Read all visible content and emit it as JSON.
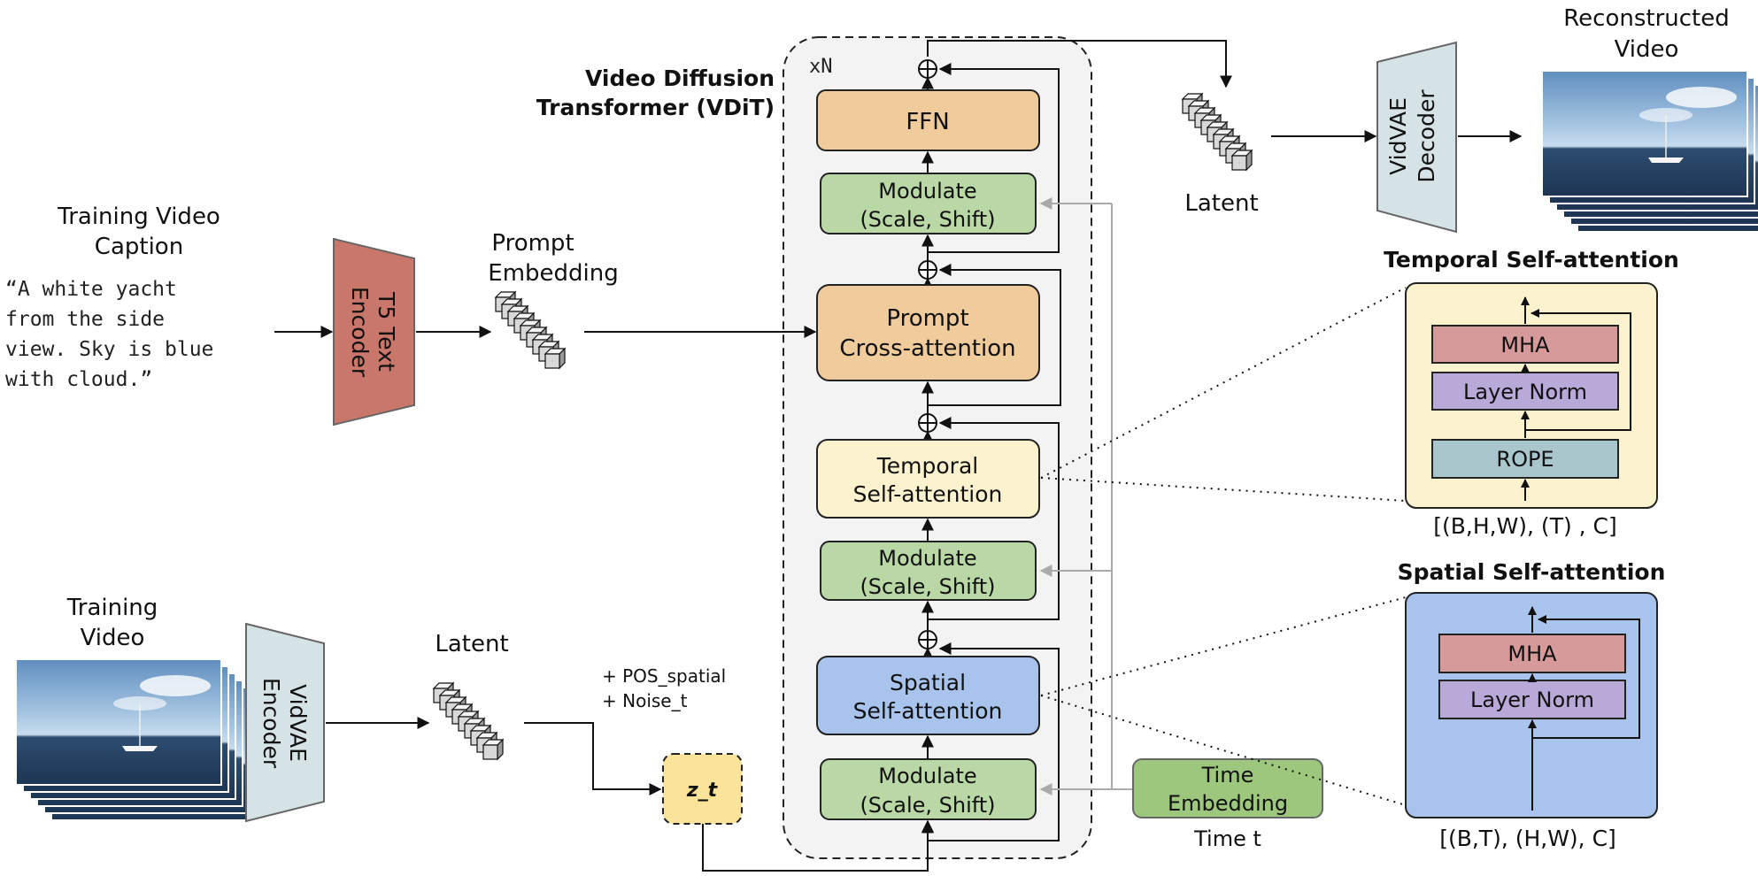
{
  "caption": {
    "title_line1": "Training Video",
    "title_line2": "Caption",
    "text_lines": [
      "“A white yacht",
      "from the side",
      "view. Sky is blue",
      "with cloud.”"
    ]
  },
  "t5_encoder": {
    "line1": "T5 Text",
    "line2": "Encoder"
  },
  "prompt_embedding": {
    "line1": "Prompt",
    "line2": "Embedding"
  },
  "vdit": {
    "title_line1": "Video Diffusion",
    "title_line2": "Transformer (VDiT)",
    "repeat": "xN",
    "ffn": "FFN",
    "modulate_line1": "Modulate",
    "modulate_line2": "(Scale, Shift)",
    "prompt_ca_line1": "Prompt",
    "prompt_ca_line2": "Cross-attention",
    "temporal_line1": "Temporal",
    "temporal_line2": "Self-attention",
    "spatial_line1": "Spatial",
    "spatial_line2": "Self-attention",
    "plus": "⊕"
  },
  "latent_top": "Latent",
  "decoder": {
    "line1": "VidVAE",
    "line2": "Decoder"
  },
  "reconstructed": {
    "line1": "Reconstructed",
    "line2": "Video"
  },
  "temporal_detail": {
    "title": "Temporal Self-attention",
    "mha": "MHA",
    "layer_norm": "Layer Norm",
    "rope": "ROPE",
    "shape": "[(B,H,W), (T) , C]"
  },
  "spatial_detail": {
    "title": "Spatial Self-attention",
    "mha": "MHA",
    "layer_norm": "Layer Norm",
    "shape": "[(B,T), (H,W), C]"
  },
  "training_video": {
    "line1": "Training",
    "line2": "Video"
  },
  "encoder": {
    "line1": "VidVAE",
    "line2": "Encoder"
  },
  "latent_bottom": "Latent",
  "noise": {
    "line1": "+ POS_spatial",
    "line2": "+ Noise_t"
  },
  "zt": "z_t",
  "time_embedding": {
    "line1": "Time",
    "line2": "Embedding"
  },
  "time_t": "Time t",
  "colors": {
    "ffn": "#f0cb9b",
    "modulate": "#b9d8a6",
    "temporal": "#fdf2ce",
    "spatial": "#a8c3ec",
    "t5": "#c9776a",
    "vae": "#d6e3e6",
    "mha": "#d79a9a",
    "layer_norm": "#b8a9d9",
    "rope": "#a9c6cc",
    "time_embedding": "#9dc77d",
    "zt": "#fbe39a"
  }
}
